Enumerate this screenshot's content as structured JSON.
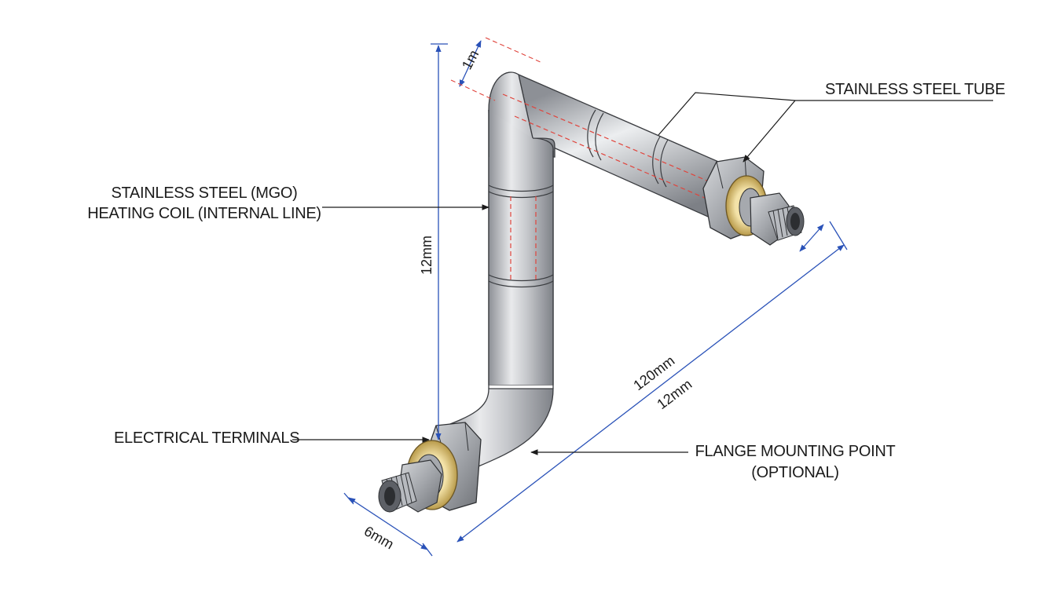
{
  "labels": {
    "stainless_tube": "STAINLESS STEEL TUBE",
    "heating_coil_line1": "STAINLESS STEEL (MGO)",
    "heating_coil_line2": "HEATING COIL (INTERNAL LINE)",
    "electrical_terminals": "ELECTRICAL TERMINALS",
    "flange_line1": "FLANGE MOUNTING POINT",
    "flange_line2": "(OPTIONAL)"
  },
  "dimensions": {
    "diameter_top": "1m",
    "vertical_height": "12mm",
    "length_diagonal_1": "120mm",
    "length_diagonal_2": "12mm",
    "fitting_width": "6mm"
  },
  "colors": {
    "dimension_line": "#2a52b8",
    "internal_coil": "#e0443c",
    "tube_steel": "#b9bcc2",
    "brass_washer": "#d8c07a",
    "leader_line": "#1b1b1b"
  }
}
